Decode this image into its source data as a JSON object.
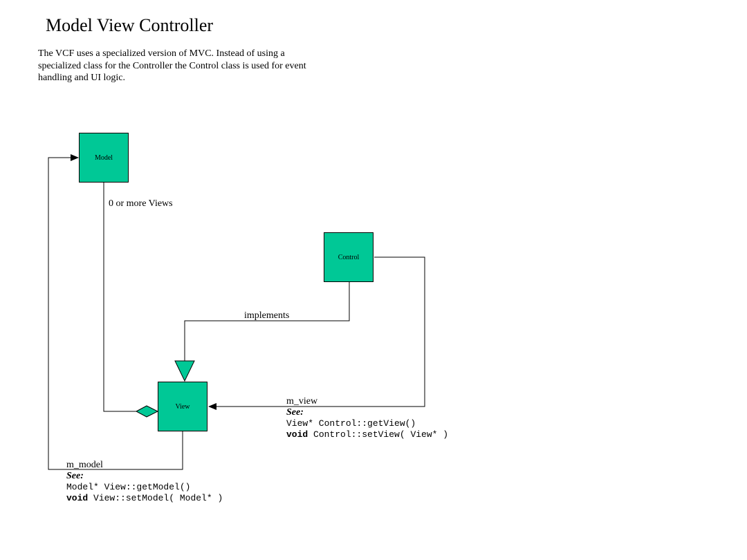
{
  "title": "Model View Controller",
  "intro": "The VCF uses a specialized version of MVC. Instead of using a specialized class for the Controller the Control class is used for event handling and UI logic.",
  "boxes": {
    "model": "Model",
    "control": "Control",
    "view": "View"
  },
  "labels": {
    "model_view_relation": "0 or more Views",
    "implements": "implements",
    "m_view": "m_view",
    "m_model": "m_model",
    "see": "See:"
  },
  "code": {
    "get_view": "View* Control::getView()",
    "set_view_kw": "void",
    "set_view_rest": " Control::setView( View* )",
    "get_model": "Model* View::getModel()",
    "set_model_kw": "void",
    "set_model_rest": " View::setModel( Model* )"
  },
  "colors": {
    "box_fill": "#00c896",
    "line": "#000000"
  }
}
